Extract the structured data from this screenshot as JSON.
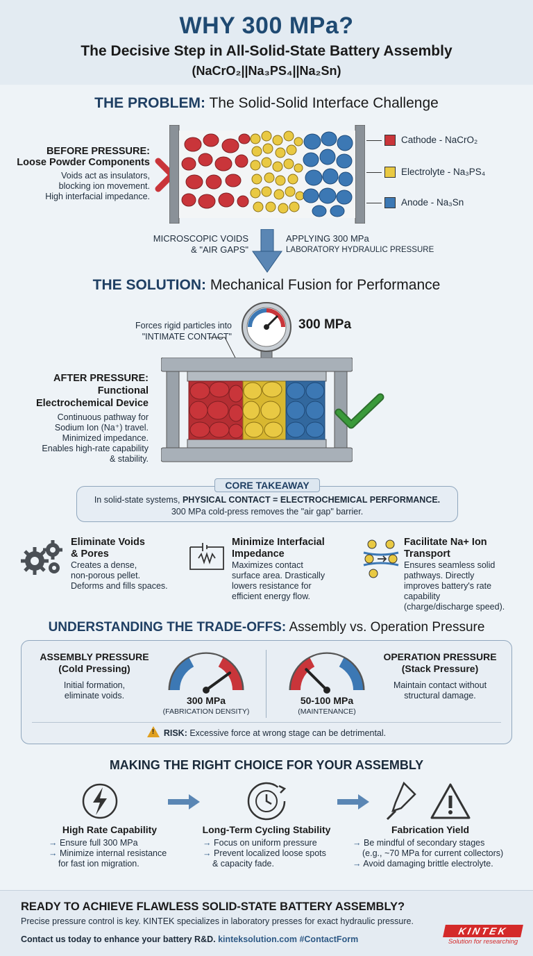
{
  "header": {
    "title": "WHY 300 MPa?",
    "subtitle": "The Decisive Step in All-Solid-State Battery Assembly",
    "formula": "(NaCrO₂||Na₃PS₄||Na₂Sn)"
  },
  "problem": {
    "heading_strong": "THE PROBLEM:",
    "heading_rest": " The Solid-Solid Interface Challenge",
    "before_title": "BEFORE PRESSURE:",
    "before_subtitle": "Loose Powder Components",
    "before_text_1": "Voids act as insulators,",
    "before_text_2": "blocking ion movement.",
    "before_text_3": "High interfacial impedance.",
    "voids_label_1": "MICROSCOPIC VOIDS",
    "voids_label_2": "& \"AIR GAPS\"",
    "apply_label_1": "APPLYING 300 MPa",
    "apply_label_2": "LABORATORY HYDRAULIC PRESSURE",
    "legend": [
      {
        "label": "Cathode - NaCrO₂",
        "color": "#c9353a"
      },
      {
        "label": "Electrolyte - Na₃PS₄",
        "color": "#e9c943"
      },
      {
        "label": "Anode - Na₃Sn",
        "color": "#3c78b4"
      }
    ]
  },
  "solution": {
    "heading_strong": "THE SOLUTION:",
    "heading_rest": " Mechanical Fusion for Performance",
    "gauge_label": "300 MPa",
    "callout_1": "Forces rigid particles into",
    "callout_2": "\"INTIMATE CONTACT\"",
    "after_title": "AFTER PRESSURE:",
    "after_subtitle_1": "Functional",
    "after_subtitle_2": "Electrochemical Device",
    "after_text": [
      "Continuous pathway for",
      "Sodium Ion (Na⁺) travel.",
      "Minimized impedance.",
      "Enables high-rate capability",
      "& stability."
    ]
  },
  "takeaway": {
    "label": "CORE TAKEAWAY",
    "line1_pre": "In solid-state systems, ",
    "line1_strong": "PHYSICAL CONTACT = ELECTROCHEMICAL PERFORMANCE.",
    "line2": "300 MPa cold-press removes the \"air gap\" barrier."
  },
  "benefits": [
    {
      "title_1": "Eliminate Voids",
      "title_2": "& Pores",
      "text": [
        "Creates a dense,",
        "non-porous pellet.",
        "Deforms and fills spaces."
      ]
    },
    {
      "title_1": "Minimize Interfacial",
      "title_2": "Impedance",
      "text": [
        "Maximizes contact",
        "surface area. Drastically",
        "lowers resistance for",
        "efficient energy flow."
      ]
    },
    {
      "title_1": "Facilitate Na+ Ion",
      "title_2": "Transport",
      "text": [
        "Ensures seamless solid",
        "pathways. Directly",
        "improves battery's rate",
        "capability",
        "(charge/discharge speed)."
      ]
    }
  ],
  "tradeoffs": {
    "heading_strong": "UNDERSTANDING THE TRADE-OFFS:",
    "heading_rest": " Assembly vs. Operation Pressure",
    "assembly_title_1": "ASSEMBLY PRESSURE",
    "assembly_title_2": "(Cold Pressing)",
    "assembly_text_1": "Initial formation,",
    "assembly_text_2": "eliminate voids.",
    "gauge1_value": "300 MPa",
    "gauge1_caption": "(FABRICATION DENSITY)",
    "gauge1_level": 0.8,
    "gauge2_value": "50-100 MPa",
    "gauge2_caption": "(MAINTENANCE)",
    "gauge2_level": 0.25,
    "operation_title_1": "OPERATION PRESSURE",
    "operation_title_2": "(Stack Pressure)",
    "operation_text_1": "Maintain contact without",
    "operation_text_2": "structural damage.",
    "risk_strong": "RISK:",
    "risk_text": " Excessive force at wrong stage can be detrimental."
  },
  "choice": {
    "heading": "MAKING THE RIGHT CHOICE FOR YOUR ASSEMBLY",
    "columns": [
      {
        "title": "High Rate Capability",
        "bullets": [
          [
            "Ensure full 300 MPa"
          ],
          [
            "Minimize internal resistance",
            "for fast ion migration."
          ]
        ]
      },
      {
        "title": "Long-Term Cycling Stability",
        "bullets": [
          [
            "Focus on uniform pressure"
          ],
          [
            "Prevent localized loose spots",
            "& capacity fade."
          ]
        ]
      },
      {
        "title": "Fabrication Yield",
        "bullets": [
          [
            "Be mindful of secondary stages",
            "(e.g., ~70 MPa for current collectors)"
          ],
          [
            "Avoid damaging brittle electrolyte."
          ]
        ]
      }
    ]
  },
  "footer": {
    "headline": "READY TO ACHIEVE FLAWLESS SOLID-STATE BATTERY ASSEMBLY?",
    "line1": "Precise pressure control is key. KINTEK specializes in laboratory presses for exact hydraulic pressure.",
    "line2_pre": "Contact us today to enhance your battery R&D. ",
    "line2_link": "kinteksolution.com #ContactForm",
    "logo_text": "KINTEK",
    "logo_tagline": "Solution for researching"
  },
  "colors": {
    "navy": "#1f3f63",
    "cathode": "#c9353a",
    "electrolyte": "#e9c943",
    "anode": "#3c78b4",
    "check": "#3a9a3a",
    "cross": "#c9353a",
    "kintek_red": "#d42a2a"
  }
}
